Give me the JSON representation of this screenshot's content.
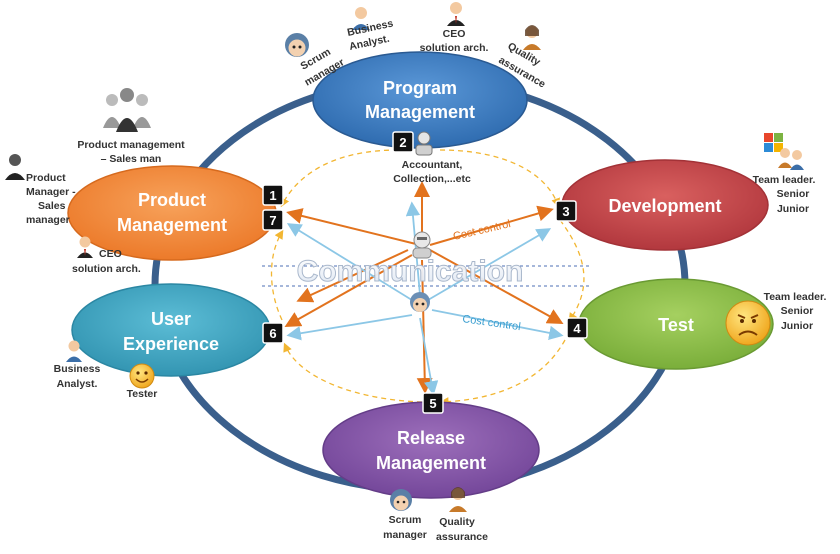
{
  "nodes": {
    "program": "Program Management",
    "development": "Development",
    "test": "Test",
    "release": "Release Management",
    "user_experience": "User Experience",
    "product": "Product Management"
  },
  "node_lines": {
    "program": [
      "Program",
      "Management"
    ],
    "product": [
      "Product",
      "Management"
    ],
    "user_experience": [
      "User",
      "Experience"
    ],
    "release": [
      "Release",
      "Management"
    ]
  },
  "center_label": "Communication",
  "cost_control_upper": "Cost control",
  "cost_control_lower": "Cost control",
  "numbers": [
    "1",
    "2",
    "3",
    "4",
    "5",
    "6",
    "7"
  ],
  "captions": {
    "scrum_manager_top": [
      "Scrum",
      "manager"
    ],
    "business_analyst_top": [
      "Business",
      "Analyst."
    ],
    "ceo_top": [
      "CEO",
      "solution arch."
    ],
    "quality_top": [
      "Quality",
      "assurance"
    ],
    "accountant": [
      "Accountant,",
      "Collection,...etc"
    ],
    "product_mgmt_sales": [
      "Product management",
      "– Sales man"
    ],
    "product_manager_left": [
      "Product",
      "Manager -",
      "Sales",
      "manager"
    ],
    "ceo_left": [
      "CEO",
      "solution arch."
    ],
    "team_dev": [
      "Team leader.",
      "Senior",
      "Junior"
    ],
    "team_test": [
      "Team leader.",
      "Senior",
      "Junior"
    ],
    "business_analyst_left": [
      "Business",
      "Analyst."
    ],
    "tester": "Tester",
    "scrum_manager_bottom": [
      "Scrum",
      "manager"
    ],
    "quality_bottom": [
      "Quality",
      "assurance"
    ]
  },
  "colors": {
    "ring": "#3a5f8c",
    "program": "#3f7ec4",
    "development": "#c74a4f",
    "test": "#8fc04a",
    "release": "#8a5aa8",
    "user_experience": "#43a8c3",
    "product": "#f28a3c",
    "arrow_orange": "#e2731e",
    "arrow_blue": "#8cc7e6",
    "dashed_yellow": "#f2b632"
  }
}
